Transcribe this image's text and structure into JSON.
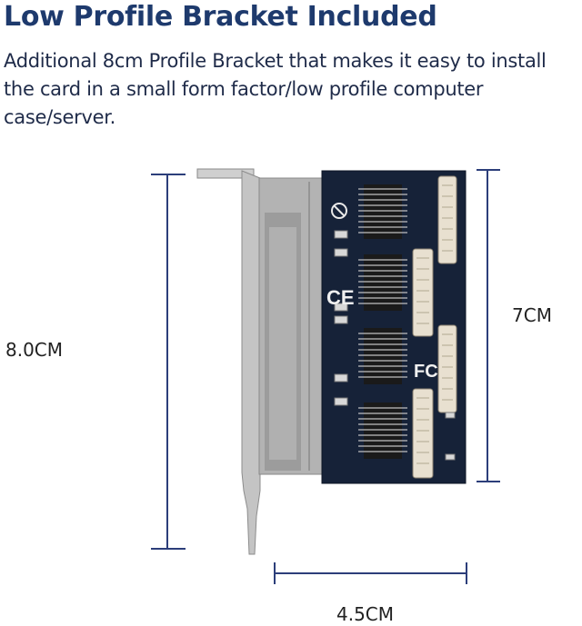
{
  "header": {
    "title": "Low Profile Bracket Included",
    "description": "Additional 8cm Profile Bracket that makes it easy to install the card in a small form factor/low profile computer case/server."
  },
  "dimensions": {
    "bracket_height": "8.0CM",
    "card_height": "7CM",
    "card_depth": "4.5CM"
  },
  "colors": {
    "title": "#1e3a6d",
    "dimension_lines": "#2c3e7a",
    "pcb": "#162238",
    "bracket": "#b9b9b9"
  },
  "product_image": {
    "board_marks": [
      "CE",
      "FC"
    ]
  }
}
